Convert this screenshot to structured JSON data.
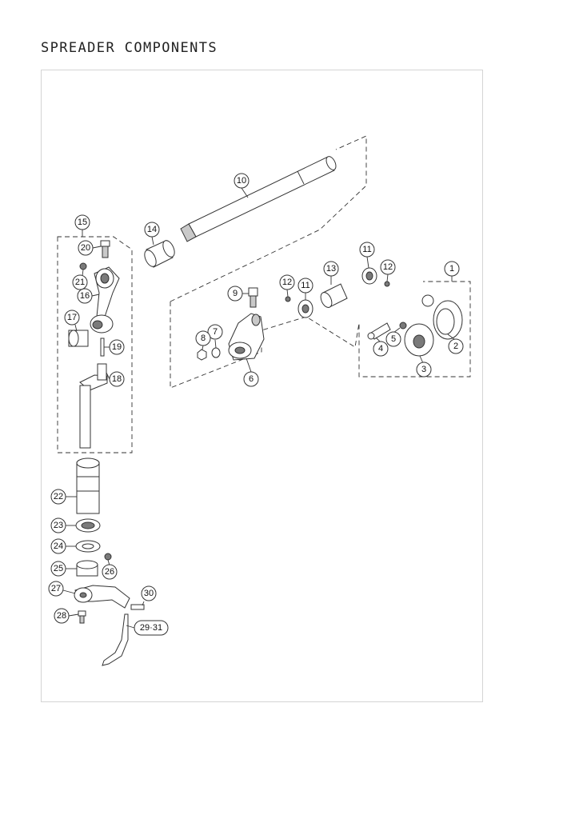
{
  "title": "SPREADER COMPONENTS",
  "callouts": [
    {
      "id": "c1",
      "label": "1"
    },
    {
      "id": "c2",
      "label": "2"
    },
    {
      "id": "c3",
      "label": "3"
    },
    {
      "id": "c4",
      "label": "4"
    },
    {
      "id": "c5",
      "label": "5"
    },
    {
      "id": "c6",
      "label": "6"
    },
    {
      "id": "c7",
      "label": "7"
    },
    {
      "id": "c8",
      "label": "8"
    },
    {
      "id": "c9",
      "label": "9"
    },
    {
      "id": "c10",
      "label": "10"
    },
    {
      "id": "c11a",
      "label": "11"
    },
    {
      "id": "c11b",
      "label": "11"
    },
    {
      "id": "c12a",
      "label": "12"
    },
    {
      "id": "c12b",
      "label": "12"
    },
    {
      "id": "c13",
      "label": "13"
    },
    {
      "id": "c14",
      "label": "14"
    },
    {
      "id": "c15",
      "label": "15"
    },
    {
      "id": "c16",
      "label": "16"
    },
    {
      "id": "c17",
      "label": "17"
    },
    {
      "id": "c18",
      "label": "18"
    },
    {
      "id": "c19",
      "label": "19"
    },
    {
      "id": "c20",
      "label": "20"
    },
    {
      "id": "c21",
      "label": "21"
    },
    {
      "id": "c22",
      "label": "22"
    },
    {
      "id": "c23",
      "label": "23"
    },
    {
      "id": "c24",
      "label": "24"
    },
    {
      "id": "c25",
      "label": "25"
    },
    {
      "id": "c26",
      "label": "26"
    },
    {
      "id": "c27",
      "label": "27"
    },
    {
      "id": "c28",
      "label": "28"
    },
    {
      "id": "c29",
      "label": "29·31"
    },
    {
      "id": "c30",
      "label": "30"
    }
  ]
}
